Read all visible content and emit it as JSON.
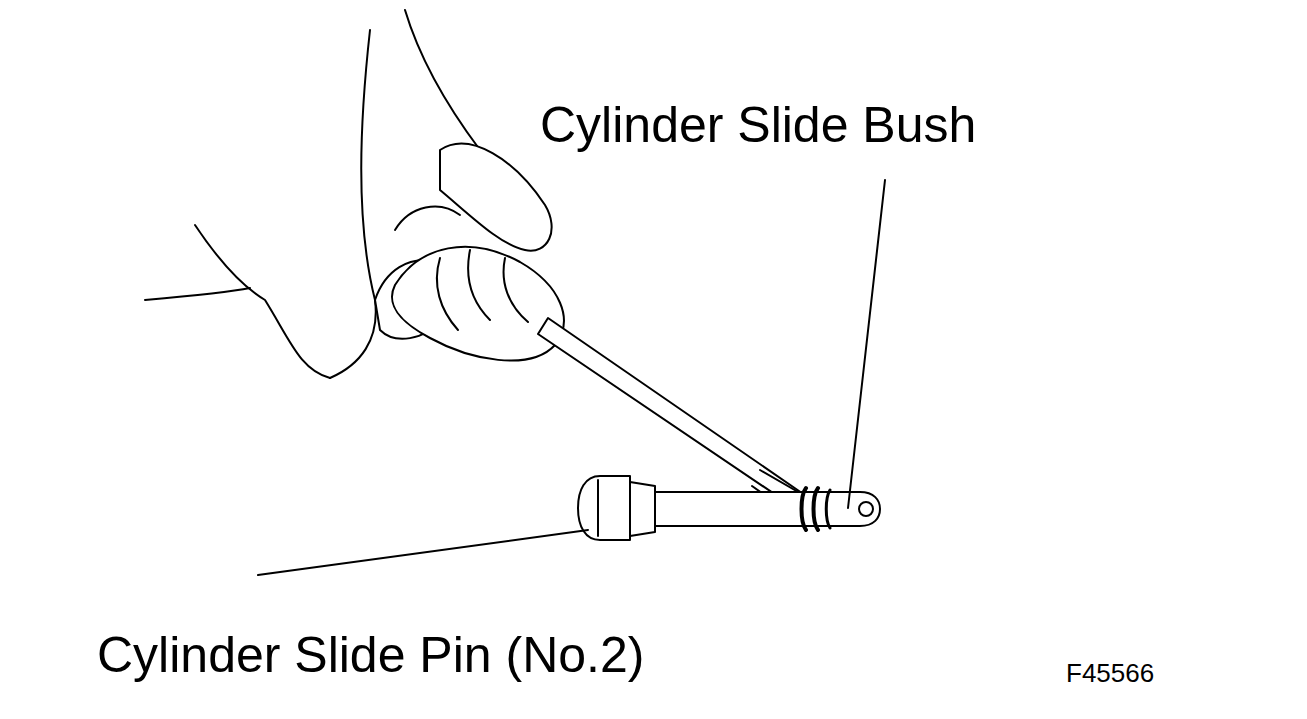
{
  "diagram": {
    "labels": [
      "Cylinder Slide Bush",
      "Cylinder Slide Pin (No.2)",
      "F45566"
    ]
  }
}
